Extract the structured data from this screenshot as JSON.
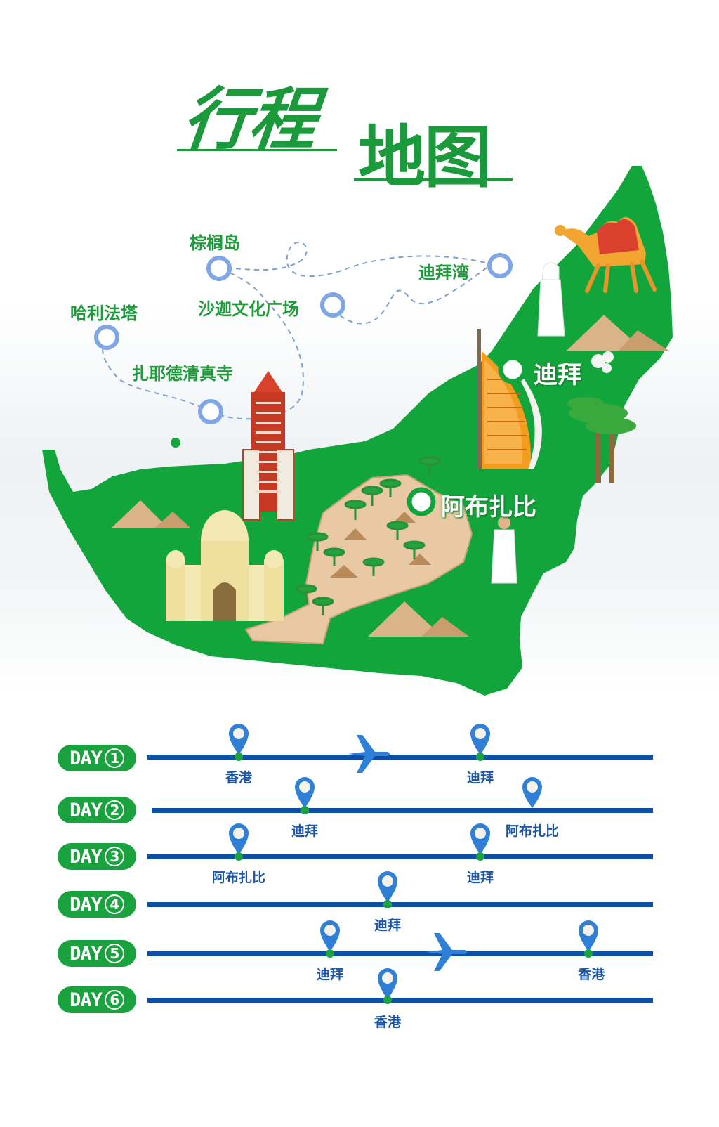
{
  "title": {
    "part1": "行程",
    "part2": "地图"
  },
  "map": {
    "attractions": [
      "棕榈岛",
      "迪拜湾",
      "哈利法塔",
      "沙迦文化广场",
      "扎耶德清真寺"
    ],
    "cities": [
      "迪拜",
      "阿布扎比"
    ],
    "colors": {
      "land": "#12a53c",
      "route": "#0d4fa3",
      "badge": "#1aa23e",
      "pin": "#2f7fd6"
    }
  },
  "itinerary": [
    {
      "label": "DAY",
      "num": "1",
      "stops": [
        "香港",
        "迪拜"
      ],
      "flight": true
    },
    {
      "label": "DAY",
      "num": "2",
      "stops": [
        "迪拜",
        "阿布扎比"
      ],
      "flight": false
    },
    {
      "label": "DAY",
      "num": "3",
      "stops": [
        "阿布扎比",
        "迪拜"
      ],
      "flight": false
    },
    {
      "label": "DAY",
      "num": "4",
      "stops": [
        "迪拜"
      ],
      "flight": false
    },
    {
      "label": "DAY",
      "num": "5",
      "stops": [
        "迪拜",
        "香港"
      ],
      "flight": true
    },
    {
      "label": "DAY",
      "num": "6",
      "stops": [
        "香港"
      ],
      "flight": false
    }
  ]
}
